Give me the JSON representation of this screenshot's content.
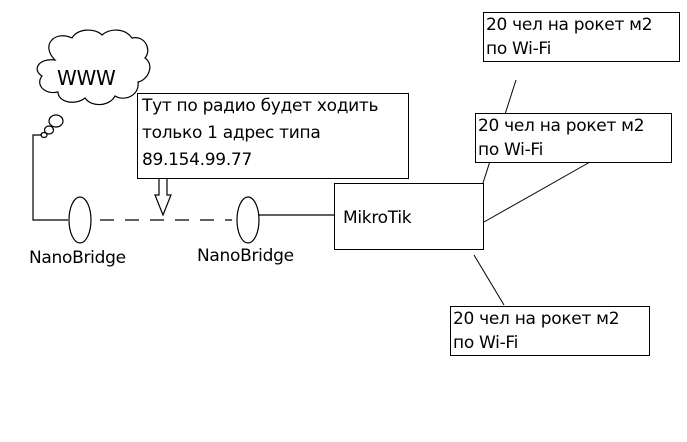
{
  "diagram": {
    "cloud": {
      "label": "WWW"
    },
    "note": {
      "lines": [
        "Тут по радио будет ходить",
        "только 1 адрес типа",
        "89.154.99.77"
      ]
    },
    "nodes": {
      "bridge_left": {
        "label": "NanoBridge"
      },
      "bridge_right": {
        "label": "NanoBridge"
      },
      "router": {
        "label": "MikroTik"
      }
    },
    "clients": [
      {
        "line1": "20 чел на рокет м2",
        "line2": "по Wi-Fi"
      },
      {
        "line1": "20 чел на рокет м2",
        "line2": "по Wi-Fi"
      },
      {
        "line1": "20 чел на рокет м2",
        "line2": "по Wi-Fi"
      }
    ],
    "colors": {
      "stroke": "#000000",
      "background": "#ffffff"
    }
  }
}
